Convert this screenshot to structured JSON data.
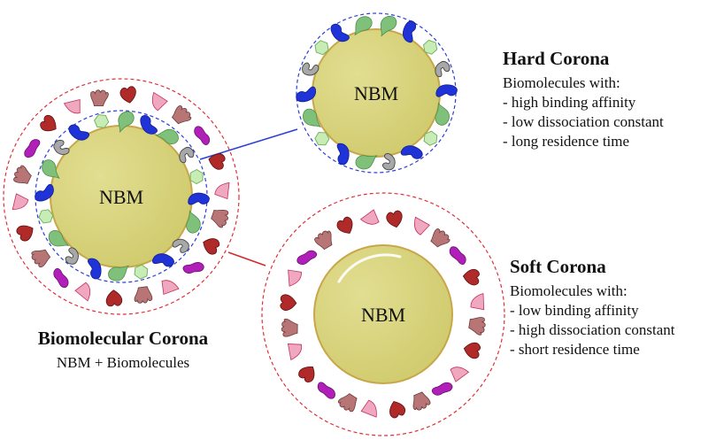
{
  "diagram": {
    "core_label": "NBM",
    "biomolecular_corona": {
      "title": "Biomolecular Corona",
      "subtitle": "NBM + Biomolecules"
    },
    "hard_corona": {
      "title": "Hard Corona",
      "intro": "Biomolecules with:",
      "points": [
        "- high binding affinity",
        "- low dissociation constant",
        "- long residence time"
      ]
    },
    "soft_corona": {
      "title": "Soft Corona",
      "intro": "Biomolecules with:",
      "points": [
        "- low binding affinity",
        "- high dissociation constant",
        "- short residence time"
      ]
    }
  },
  "colors": {
    "core_fill": "#d6d27a",
    "core_stroke": "#c9a64a",
    "hard_boundary": "#2b3fd6",
    "soft_boundary": "#e0303a",
    "link_blue": "#2b3fd6",
    "link_red": "#d02a2a",
    "green_molecule": "#7fc07a",
    "blue_molecule": "#1f33d6",
    "grey_molecule": "#a8a8a8",
    "light_green_molecule": "#c7ecb5",
    "red_molecule": "#b02a2a",
    "purple_molecule": "#b020b8",
    "pink_molecule": "#f0a8c0",
    "brown_molecule": "#b87575"
  }
}
